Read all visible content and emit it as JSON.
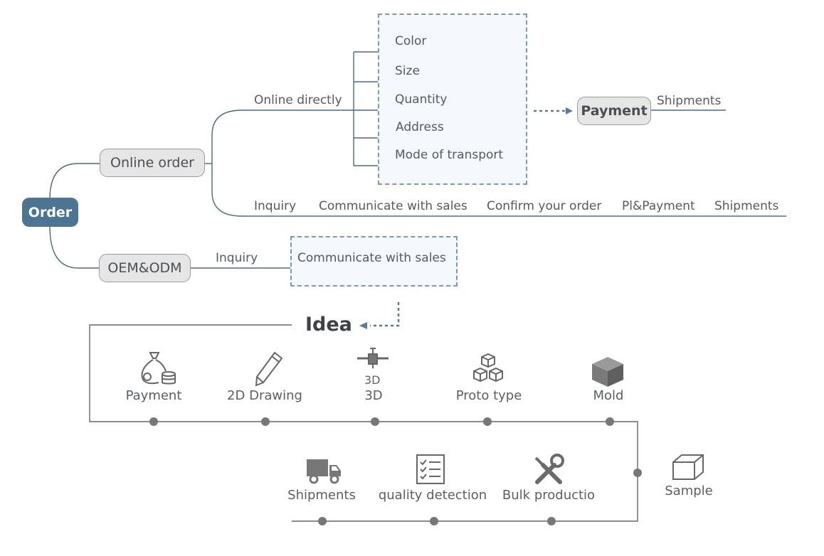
{
  "root": {
    "label": "Order"
  },
  "branches": {
    "online_order": "Online order",
    "oem_odm": "OEM&ODM"
  },
  "online_directly": {
    "label": "Online directly",
    "fields": [
      "Color",
      "Size",
      "Quantity",
      "Address",
      "Mode of transport"
    ],
    "payment": "Payment",
    "shipments": "Shipments"
  },
  "online_flow": [
    "Inquiry",
    "Communicate with sales",
    "Confirm your order",
    "Pl&Payment",
    "Shipments"
  ],
  "oem_flow": {
    "inquiry": "Inquiry",
    "communicate": "Communicate with sales"
  },
  "process": {
    "idea": "Idea",
    "row1": [
      {
        "label": "Payment",
        "icon": "money-bag-icon"
      },
      {
        "label": "2D Drawing",
        "icon": "pencil-icon"
      },
      {
        "label": "3D",
        "icon": "3d-printer-icon"
      },
      {
        "label": "Proto type",
        "icon": "cubes-icon"
      },
      {
        "label": "Mold",
        "icon": "mold-cube-icon"
      }
    ],
    "sample": {
      "label": "Sample",
      "icon": "box-icon"
    },
    "row2": [
      {
        "label": "Shipments",
        "icon": "truck-icon"
      },
      {
        "label": "quality detection",
        "icon": "checklist-icon"
      },
      {
        "label": "Bulk productio",
        "icon": "tools-icon"
      }
    ]
  },
  "colors": {
    "line": "#4a6880",
    "root": "#4e7493",
    "node": "#e6e6e6",
    "dash": "#7d9aaa",
    "dot": "#777777"
  }
}
